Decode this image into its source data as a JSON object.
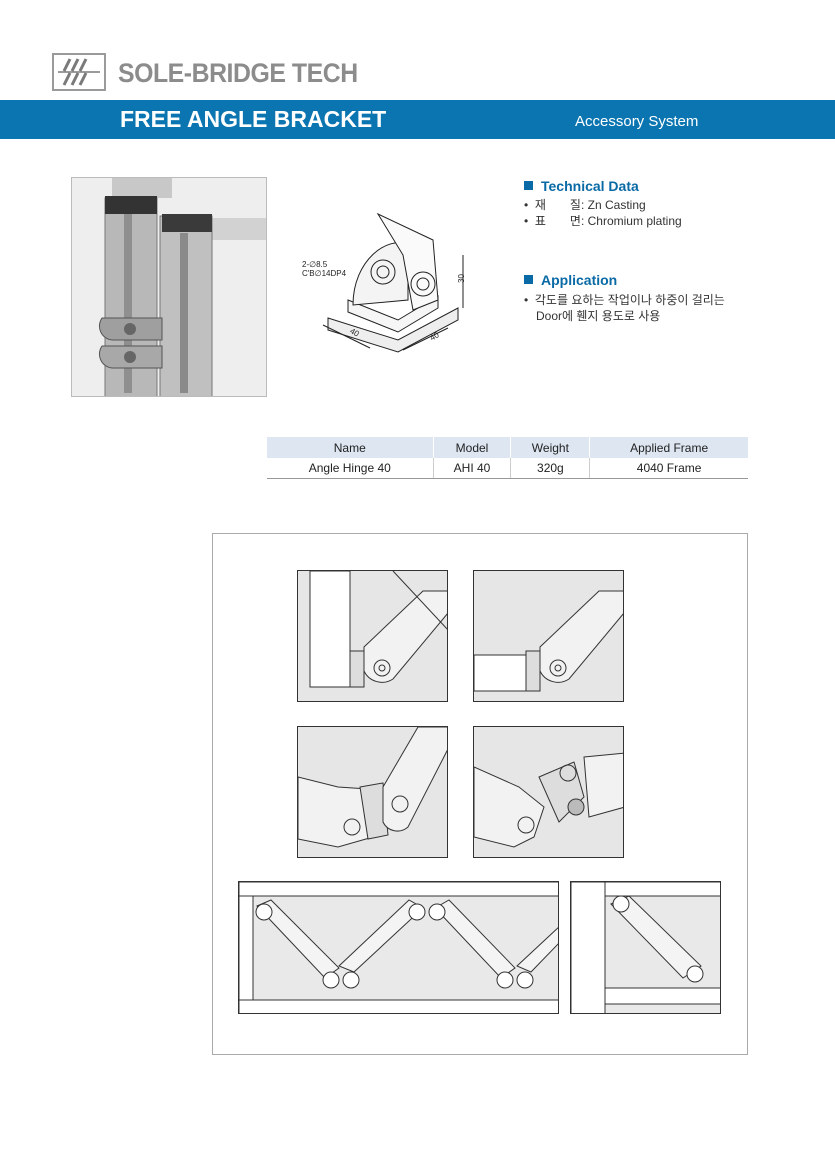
{
  "header": {
    "brand": "SOLE-BRIDGE TECH",
    "title": "FREE ANGLE BRACKET",
    "subtitle": "Accessory System"
  },
  "technical": {
    "heading": "Technical Data",
    "rows": [
      {
        "label": "재　　질",
        "value": ": Zn Casting"
      },
      {
        "label": "표　　면",
        "value": ": Chromium plating"
      }
    ]
  },
  "application": {
    "heading": "Application",
    "lines": [
      "각도를 요하는 작업이나 하중이 걸리는",
      "Door에 휀지 용도로 사용"
    ]
  },
  "drawing": {
    "hole_note_1": "2-∅8.5",
    "hole_note_2": "C'B∅14DP4",
    "dim_height": "30",
    "dim_width_left": "40",
    "dim_width_right": "40"
  },
  "table": {
    "headers": [
      "Name",
      "Model",
      "Weight",
      "Applied Frame"
    ],
    "rows": [
      [
        "Angle Hinge 40",
        "AHI 40",
        "320g",
        "4040 Frame"
      ]
    ]
  },
  "bullet": "•"
}
